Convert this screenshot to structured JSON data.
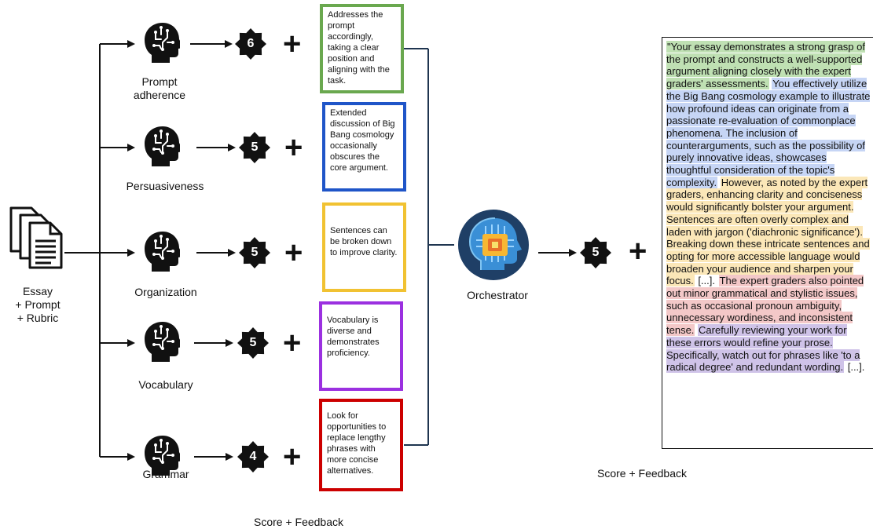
{
  "input": {
    "line1": "Essay",
    "line2": "+ Prompt",
    "line3": "+ Rubric",
    "icon": "documents-icon"
  },
  "graders": [
    {
      "name_line1": "Prompt",
      "name_line2": "adherence",
      "score": "6",
      "color": "#6aa84f",
      "feedback": "Addresses the prompt accordingly, taking a clear position and aligning with the task."
    },
    {
      "name_line1": "Persuasiveness",
      "name_line2": "",
      "score": "5",
      "color": "#1f55c8",
      "feedback": "Extended discussion of Big Bang cosmology occasionally obscures the core argument."
    },
    {
      "name_line1": "Organization",
      "name_line2": "",
      "score": "5",
      "color": "#f1c232",
      "feedback": "Sentences can be broken down to improve clarity."
    },
    {
      "name_line1": "Vocabulary",
      "name_line2": "",
      "score": "5",
      "color": "#9b30e0",
      "feedback": "Vocabulary is diverse and demonstrates proficiency."
    },
    {
      "name_line1": "Grammar",
      "name_line2": "",
      "score": "4",
      "color": "#cc0000",
      "feedback": "Look for opportunities to replace lengthy phrases with more concise alternatives."
    }
  ],
  "plus_symbol": "+",
  "orchestrator": {
    "label": "Orchestrator",
    "icon": "ai-brain-chip-icon"
  },
  "final_score": "5",
  "score_feedback_left": "Score + Feedback",
  "score_feedback_right": "Score + Feedback",
  "final_feedback": {
    "green": "\"Your essay demonstrates a strong grasp of the prompt and constructs a well-supported argument aligning closely with the expert graders' assessments.",
    "blue": "You effectively utilize the Big Bang cosmology example to illustrate how profound ideas can originate from a passionate re-evaluation of commonplace phenomena. The inclusion of counterarguments, such as the possibility of purely innovative ideas, showcases thoughtful consideration of the topic's complexity.",
    "yellow": "However, as noted by the expert graders, enhancing clarity and conciseness would significantly bolster your argument. Sentences are often overly complex and laden with jargon ('diachronic significance'). Breaking down these intricate sentences and opting for more accessible language would broaden your audience and sharpen your focus.",
    "plain1": "[...].",
    "red": "The expert graders also pointed out minor grammatical and stylistic issues, such as occasional pronoun ambiguity, unnecessary wordiness, and inconsistent tense.",
    "purple": "Carefully reviewing your work for these errors would refine your prose. Specifically, watch out for phrases like 'to a radical degree' and redundant wording.",
    "plain2": "[...]."
  },
  "colors": {
    "highlight_green": "#bfe0b3",
    "highlight_blue": "#c6d5f5",
    "highlight_yellow": "#fbe7b8",
    "highlight_red": "#f3c8c8",
    "highlight_purple": "#cfc3e8",
    "orchestrator_bg": "#1f3f66"
  }
}
